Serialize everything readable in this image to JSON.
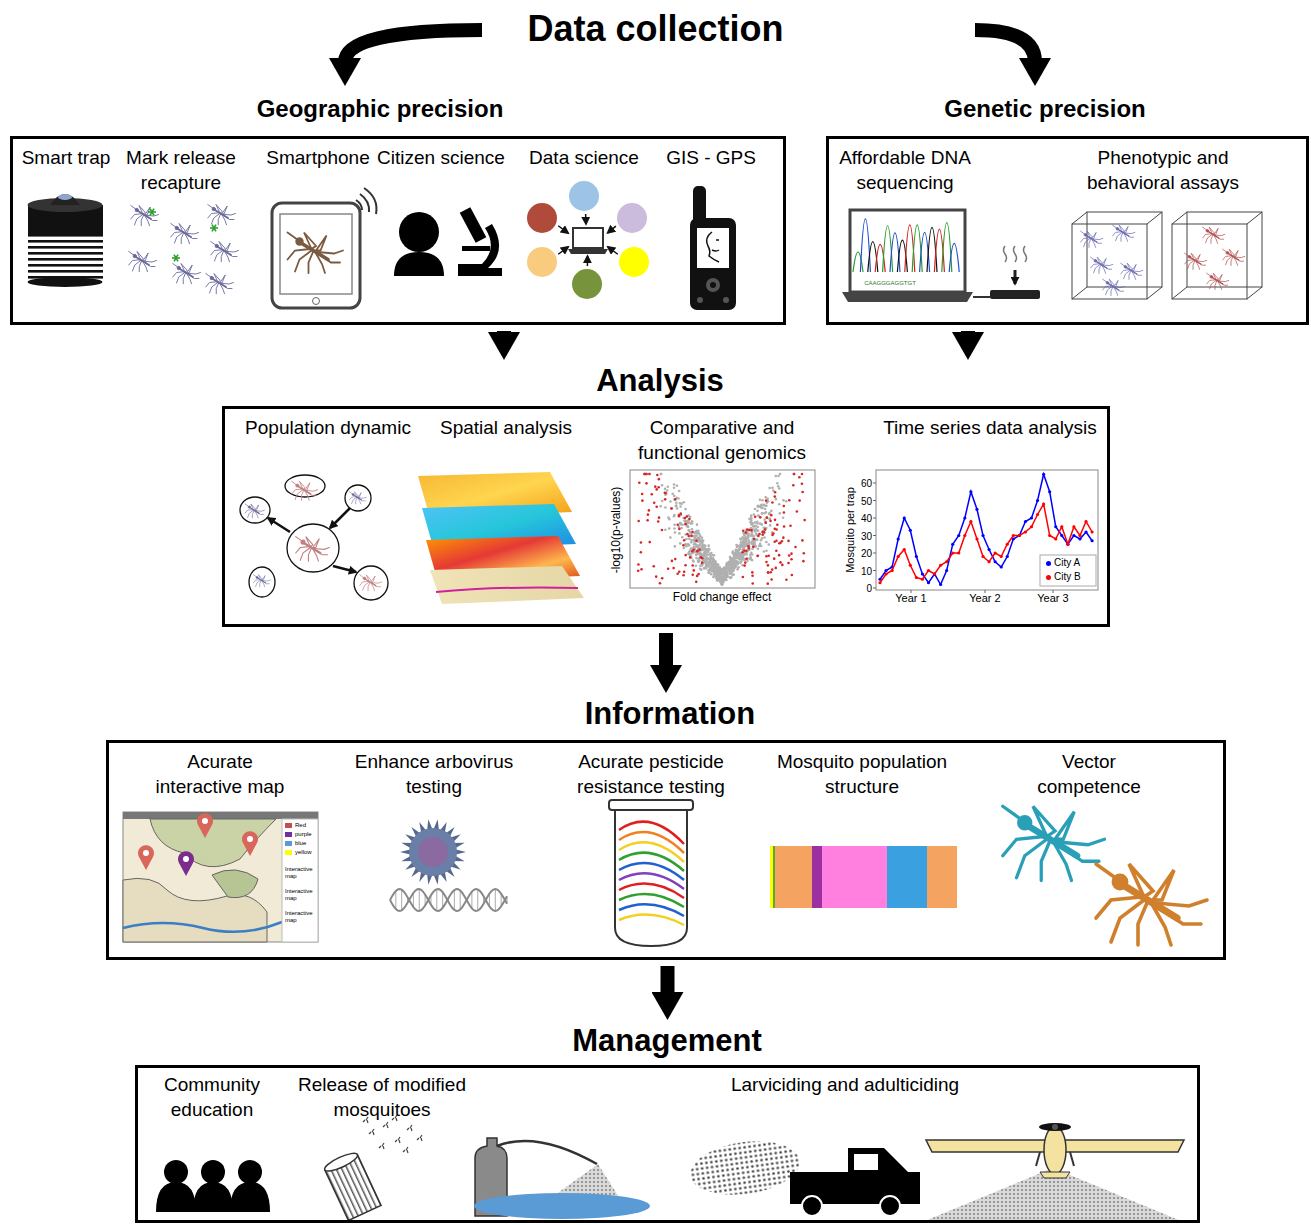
{
  "diagram": {
    "title": "Data collection",
    "nodes": [
      {
        "text": [
          "Geographic precision",
          "Smart trap",
          "Mark release recapture",
          "Smartphone",
          "Citizen science",
          "Data science",
          "GIS - GPS"
        ]
      },
      {
        "text": [
          "Genetic precision",
          "Affordable DNA sequencing",
          "Phenotypic and behavioral assays"
        ]
      },
      {
        "text": [
          "Analysis",
          "Population dynamic",
          "Spatial analysis",
          "Comparative and functional genomics",
          "Time series data analysis"
        ]
      },
      {
        "text": [
          "Information",
          "Acurate interactive map",
          "Enhance arbovirus testing",
          "Acurate pesticide resistance testing",
          "Mosquito population structure",
          "Vector competence"
        ]
      },
      {
        "text": [
          "Management",
          "Community education",
          "Release of modified mosquitoes",
          "Larviciding and adulticiding"
        ]
      }
    ],
    "edges": [
      {
        "from": 0,
        "to": 2,
        "arrow": "to"
      },
      {
        "from": 1,
        "to": 2,
        "arrow": "to"
      },
      {
        "from": 2,
        "to": 3,
        "arrow": "to"
      },
      {
        "from": 3,
        "to": 4,
        "arrow": "to"
      }
    ],
    "labels": [
      "-log10(p-values)",
      "Fold change effect",
      "Mosquito per trap",
      "0",
      "10",
      "20",
      "30",
      "40",
      "50",
      "60",
      "Year 1",
      "Year 2",
      "Year 3",
      "CAAGGGAGGTGT",
      "Interactive map",
      "Interactive map",
      "Interactive map"
    ],
    "legend": [
      {
        "text": "City A",
        "color": "#0000ff"
      },
      {
        "text": "City B",
        "color": "#ff0000"
      },
      {
        "text": "Red",
        "color": "#c0504d"
      },
      {
        "text": "purple",
        "color": "#7030a0"
      },
      {
        "text": "blue",
        "color": "#5b9bd5"
      },
      {
        "text": "yellow",
        "color": "#ffff00"
      }
    ]
  }
}
